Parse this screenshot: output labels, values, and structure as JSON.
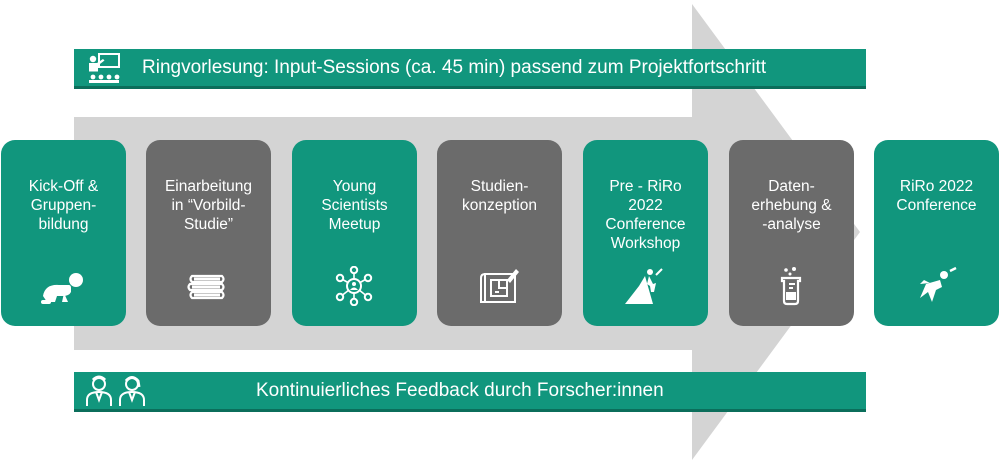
{
  "top_banner": {
    "text": "Ringvorlesung: Input-Sessions (ca. 45 min) passend zum Projektfortschritt",
    "icon": "lecture-presenter-icon"
  },
  "bottom_banner": {
    "text": "Kontinuierliches Feedback durch Forscher:innen",
    "icon": "researchers-icon"
  },
  "steps": [
    {
      "lines": [
        "Kick-Off &",
        "Gruppen-",
        "bildung"
      ],
      "color": "green",
      "icon": "crawling-baby-icon"
    },
    {
      "lines": [
        "Einarbeitung",
        "in “Vorbild-",
        "Studie”"
      ],
      "color": "gray",
      "icon": "books-icon"
    },
    {
      "lines": [
        "Young",
        "Scientists",
        "Meetup"
      ],
      "color": "green",
      "icon": "network-people-icon"
    },
    {
      "lines": [
        "Studien-",
        "konzeption"
      ],
      "color": "gray",
      "icon": "blueprint-icon"
    },
    {
      "lines": [
        "Pre - RiRo",
        "2022",
        "Conference",
        "Workshop"
      ],
      "color": "green",
      "icon": "mountain-climber-icon"
    },
    {
      "lines": [
        "Daten-",
        "erhebung &",
        "-analyse"
      ],
      "color": "gray",
      "icon": "beaker-icon"
    },
    {
      "lines": [
        "RiRo 2022",
        "Conference"
      ],
      "color": "green",
      "icon": "superhero-icon"
    }
  ],
  "colors": {
    "green": "#11967d",
    "gray": "#6b6b6b",
    "arrow": "#d4d4d4"
  }
}
